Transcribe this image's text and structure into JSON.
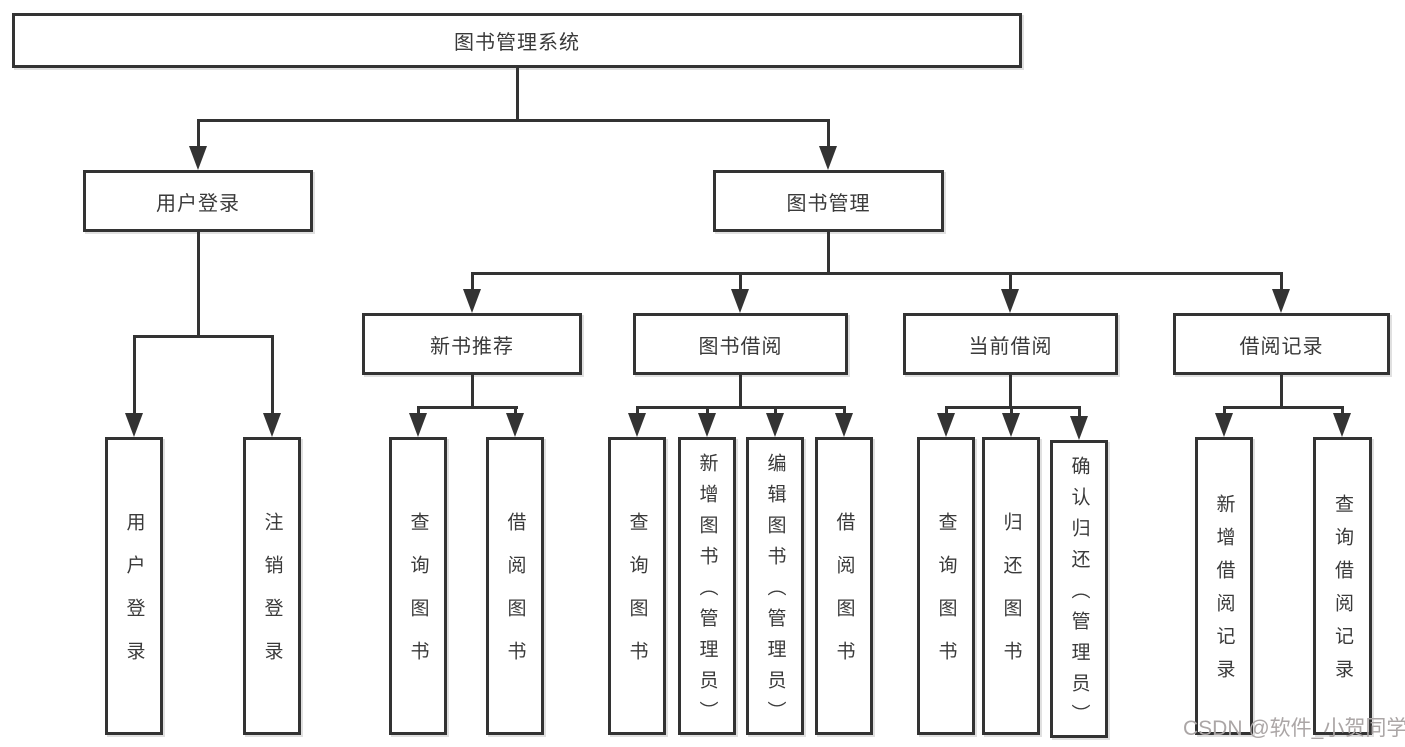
{
  "diagram_title": "图书管理系统",
  "nodes": {
    "root": "图书管理系统",
    "user_login": "用户登录",
    "book_mgmt": "图书管理",
    "new_book_rec": "新书推荐",
    "book_borrow": "图书借阅",
    "current_borrow": "当前借阅",
    "borrow_record": "借阅记录",
    "leaf_user_login": "用户登录",
    "leaf_logout": "注销登录",
    "leaf_query_book_1": "查询图书",
    "leaf_borrow_book_1": "借阅图书",
    "leaf_query_book_2": "查询图书",
    "leaf_add_book": "新增图书（管理员）",
    "leaf_edit_book": "编辑图书（管理员）",
    "leaf_borrow_book_2": "借阅图书",
    "leaf_query_book_3": "查询图书",
    "leaf_return_book": "归还图书",
    "leaf_confirm_return": "确认归还（管理员）",
    "leaf_add_record": "新增借阅记录",
    "leaf_query_record": "查询借阅记录"
  },
  "hierarchy": {
    "图书管理系统": [
      "用户登录",
      "图书管理"
    ],
    "用户登录": [
      "用户登录",
      "注销登录"
    ],
    "图书管理": [
      "新书推荐",
      "图书借阅",
      "当前借阅",
      "借阅记录"
    ],
    "新书推荐": [
      "查询图书",
      "借阅图书"
    ],
    "图书借阅": [
      "查询图书",
      "新增图书（管理员）",
      "编辑图书（管理员）",
      "借阅图书"
    ],
    "当前借阅": [
      "查询图书",
      "归还图书",
      "确认归还（管理员）"
    ],
    "借阅记录": [
      "新增借阅记录",
      "查询借阅记录"
    ]
  },
  "watermark": "CSDN @软件_小贺同学",
  "colors": {
    "line": "#333333",
    "box_border": "#333333",
    "box_fill": "#ffffff",
    "text": "#3a3a3a",
    "watermark": "#aba6a6",
    "background": "#ffffff"
  }
}
